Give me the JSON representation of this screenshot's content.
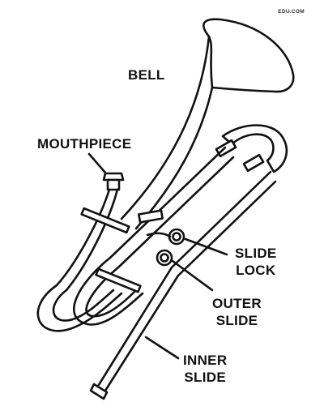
{
  "brand": "EDU.COM",
  "labels": {
    "bell": "BELL",
    "mouthpiece": "MOUTHPIECE",
    "slide_lock": {
      "line1": "SLIDE",
      "line2": "LOCK"
    },
    "outer_slide": {
      "line1": "OUTER",
      "line2": "SLIDE"
    },
    "inner_slide": {
      "line1": "INNER",
      "line2": "SLIDE"
    }
  },
  "colors": {
    "ink": "#111111",
    "background": "#ffffff"
  }
}
